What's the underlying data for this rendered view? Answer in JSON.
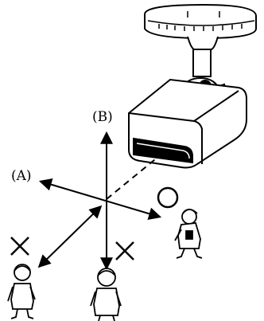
{
  "labels": {
    "a": "(A)",
    "b": "(B)"
  },
  "marks": {
    "good": "circle-mark",
    "bad": "cross-mark"
  },
  "colors": {
    "ink": "#000000",
    "paper": "#ffffff"
  }
}
